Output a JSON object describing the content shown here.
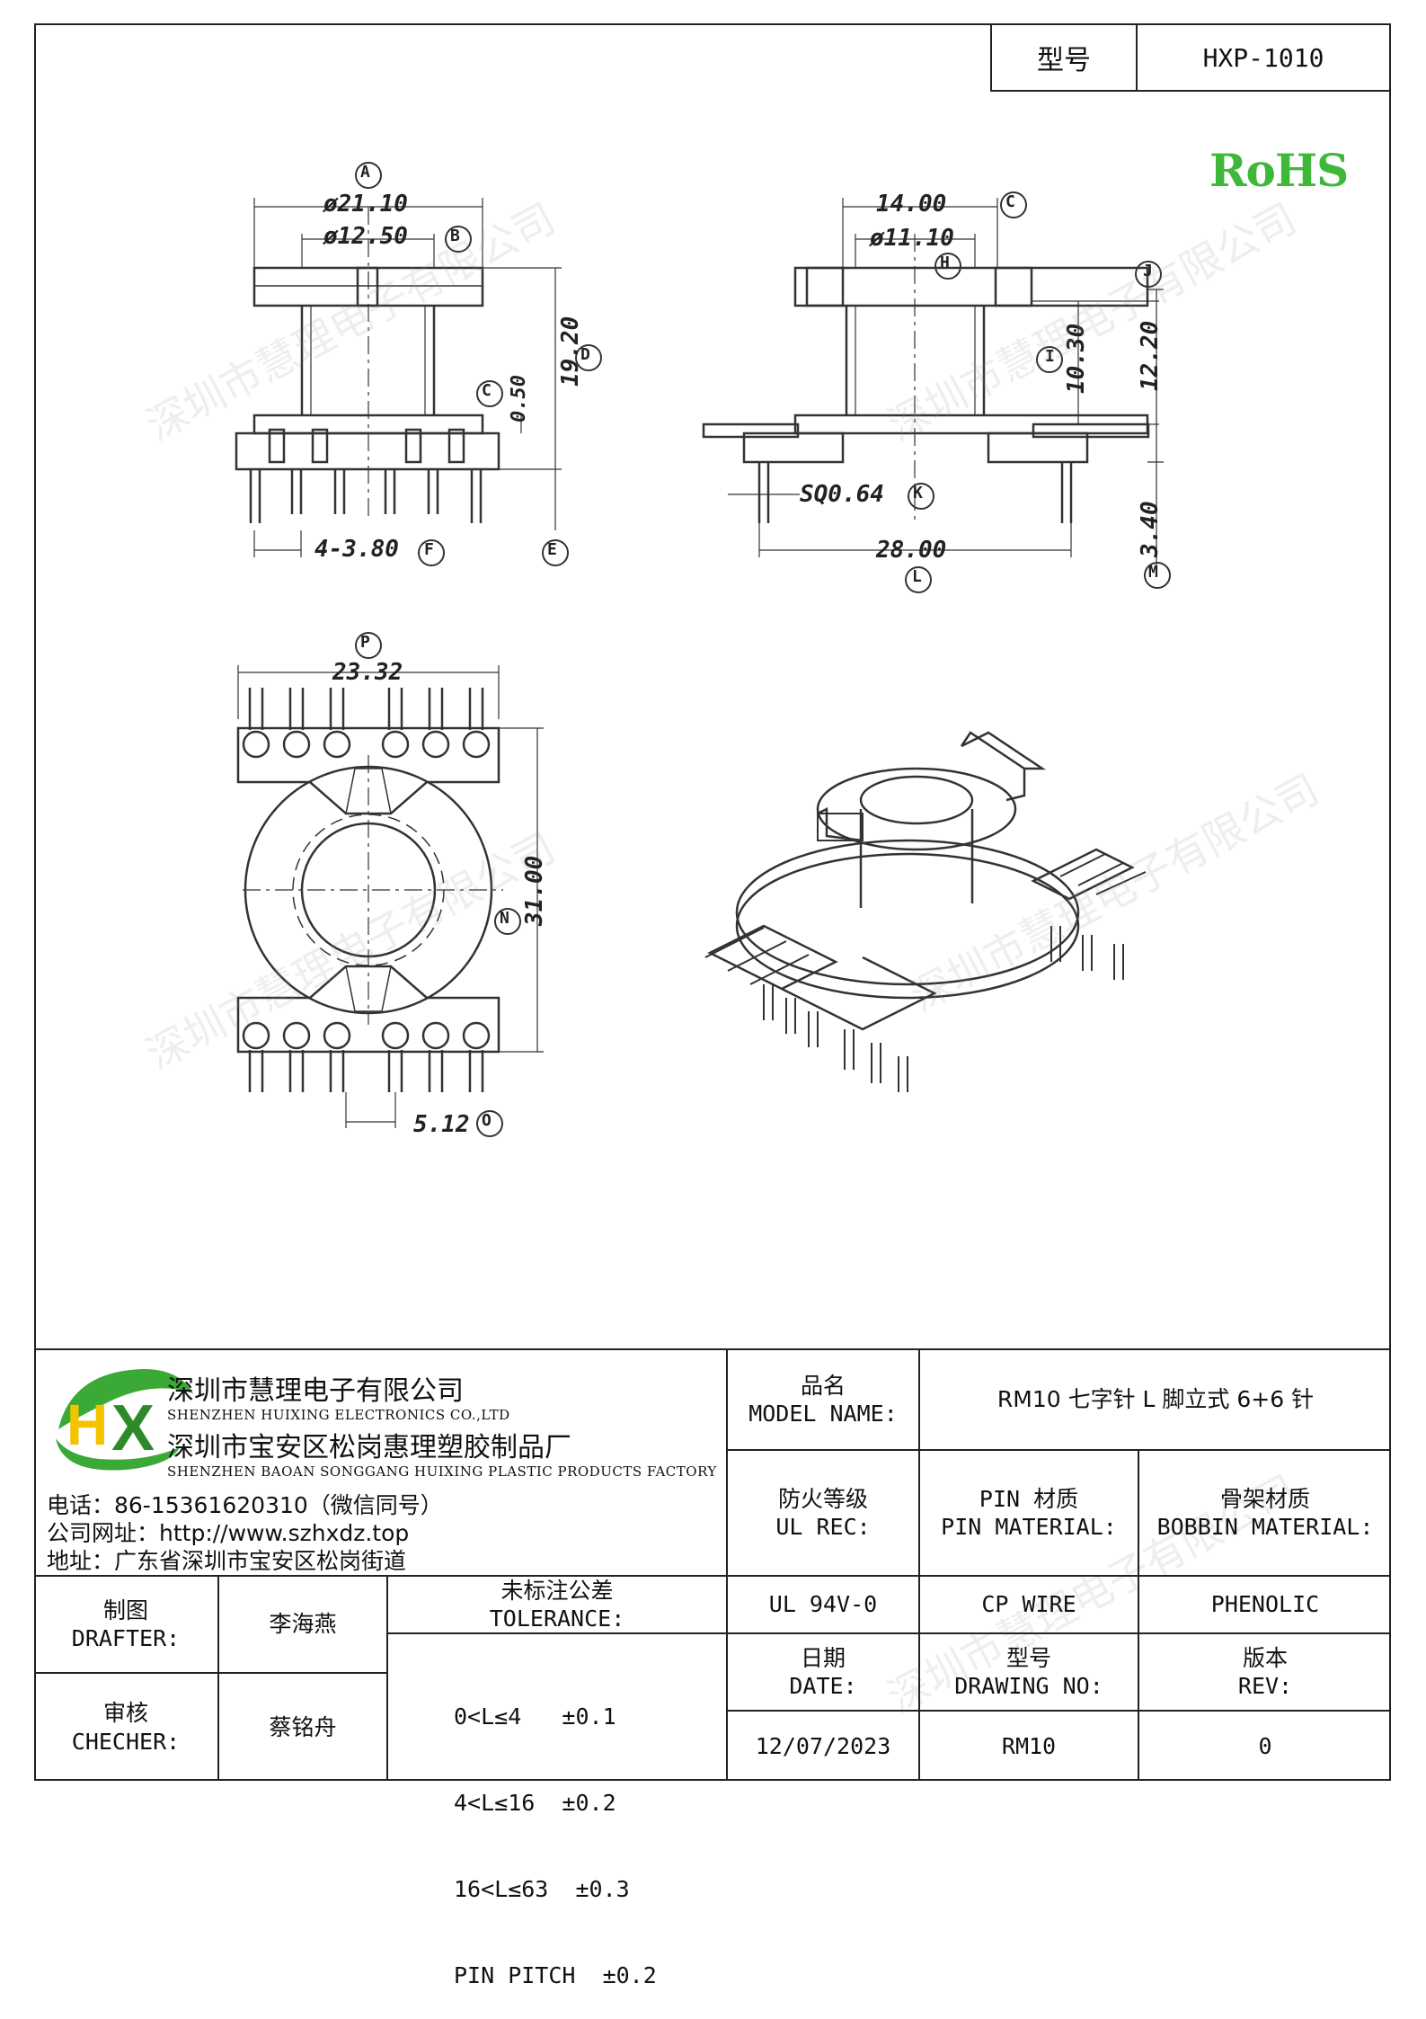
{
  "header": {
    "model_label": "型号",
    "model_value": "HXP-1010"
  },
  "rohs": "RoHS",
  "watermark": "深圳市慧理电子有限公司",
  "dims": {
    "A": "A",
    "B": "B",
    "C": "C",
    "D": "D",
    "E": "E",
    "F": "F",
    "H": "H",
    "I": "I",
    "J": "J",
    "K": "K",
    "L": "L",
    "M": "M",
    "N": "N",
    "O": "O",
    "P": "P",
    "phi_21": "ø21.10",
    "phi_12": "ø12.50",
    "d_19": "19.20",
    "d_050": "0.50",
    "d_4_380": "4-3.80",
    "d_14": "14.00",
    "phi_11": "ø11.10",
    "d_1030": "10.30",
    "d_1220": "12.20",
    "d_sq": "SQ0.64",
    "d_28": "28.00",
    "d_340": "3.40",
    "d_2332": "23.32",
    "d_31": "31.00",
    "d_512": "5.12"
  },
  "company": {
    "logo_text": "HX",
    "name_cn": "深圳市慧理电子有限公司",
    "name_en": "SHENZHEN HUIXING ELECTRONICS CO.,LTD",
    "factory_cn": "深圳市宝安区松岗惠理塑胶制品厂",
    "factory_en": "SHENZHEN BAOAN SONGGANG HUIXING PLASTIC PRODUCTS FACTORY",
    "phone": "电话：86-15361620310（微信同号）",
    "website": "公司网址：http://www.szhxdz.top",
    "address": "地址：广东省深圳市宝安区松岗街道"
  },
  "title_block": {
    "model_name_cn": "品名",
    "model_name_en": "MODEL NAME:",
    "model_name_value": "RM10 七字针 L 脚立式 6+6 针",
    "ul_cn": "防火等级",
    "ul_en": "UL REC:",
    "ul_value": "UL 94V-0",
    "pin_cn": "PIN 材质",
    "pin_en": "PIN MATERIAL:",
    "pin_value": "CP WIRE",
    "bobbin_cn": "骨架材质",
    "bobbin_en": "BOBBIN MATERIAL:",
    "bobbin_value": "PHENOLIC",
    "drafter_cn": "制图",
    "drafter_en": "DRAFTER:",
    "drafter_value": "李海燕",
    "checker_cn": "审核",
    "checker_en": "CHECHER:",
    "checker_value": "蔡铭舟",
    "tol_cn": "未标注公差",
    "tol_en": "TOLERANCE:",
    "tol_lines": [
      "0<L≤4   ±0.1",
      "4<L≤16  ±0.2",
      "16<L≤63  ±0.3",
      "PIN PITCH  ±0.2"
    ],
    "date_cn": "日期",
    "date_en": "DATE:",
    "date_value": "12/07/2023",
    "dwg_cn": "型号",
    "dwg_en": "DRAWING NO:",
    "dwg_value": "RM10",
    "rev_cn": "版本",
    "rev_en": "REV:",
    "rev_value": "0"
  }
}
